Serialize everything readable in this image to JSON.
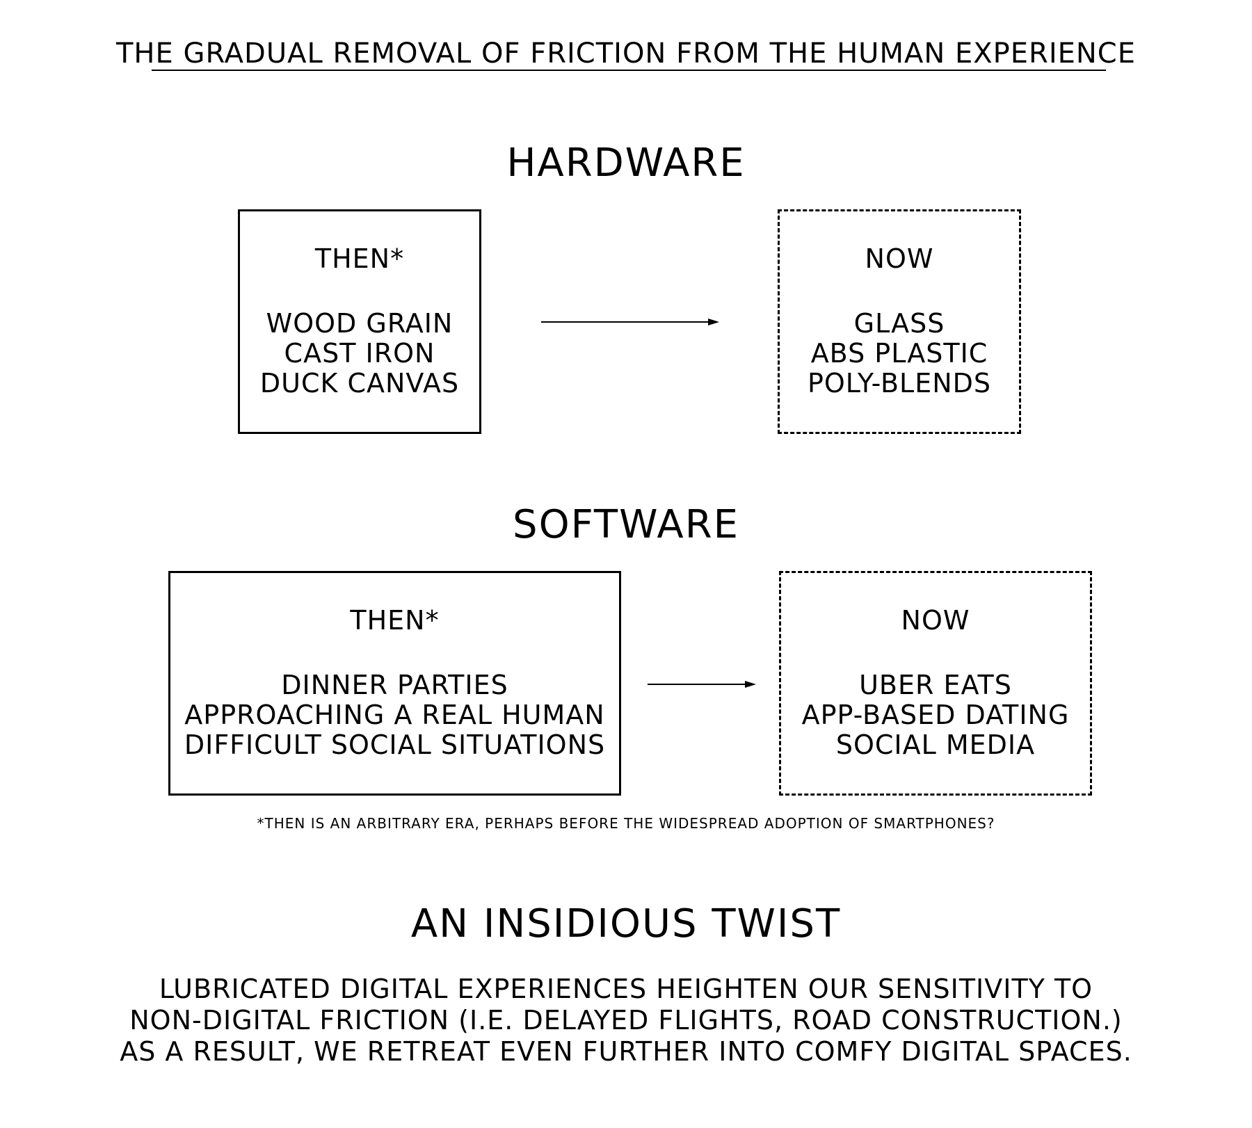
{
  "title": "THE GRADUAL REMOVAL OF FRICTION FROM THE HUMAN EXPERIENCE",
  "sections": [
    {
      "heading": "HARDWARE",
      "then": {
        "label": "THEN*",
        "items": [
          "WOOD GRAIN",
          "CAST IRON",
          "DUCK CANVAS"
        ]
      },
      "now": {
        "label": "NOW",
        "items": [
          "GLASS",
          "ABS PLASTIC",
          "POLY-BLENDS"
        ]
      }
    },
    {
      "heading": "SOFTWARE",
      "then": {
        "label": "THEN*",
        "items": [
          "DINNER PARTIES",
          "APPROACHING A REAL HUMAN",
          "DIFFICULT SOCIAL SITUATIONS"
        ]
      },
      "now": {
        "label": "NOW",
        "items": [
          "UBER EATS",
          "APP-BASED DATING",
          "SOCIAL MEDIA"
        ]
      }
    }
  ],
  "footnote": "*THEN IS AN ARBITRARY ERA, PERHAPS BEFORE THE WIDESPREAD ADOPTION OF SMARTPHONES?",
  "twist": {
    "heading": "AN INSIDIOUS TWIST",
    "lines": [
      "LUBRICATED DIGITAL EXPERIENCES HEIGHTEN OUR SENSITIVITY TO",
      "NON-DIGITAL FRICTION (I.E. DELAYED FLIGHTS, ROAD CONSTRUCTION.)",
      "AS A RESULT, WE RETREAT EVEN FURTHER INTO COMFY DIGITAL SPACES."
    ]
  }
}
